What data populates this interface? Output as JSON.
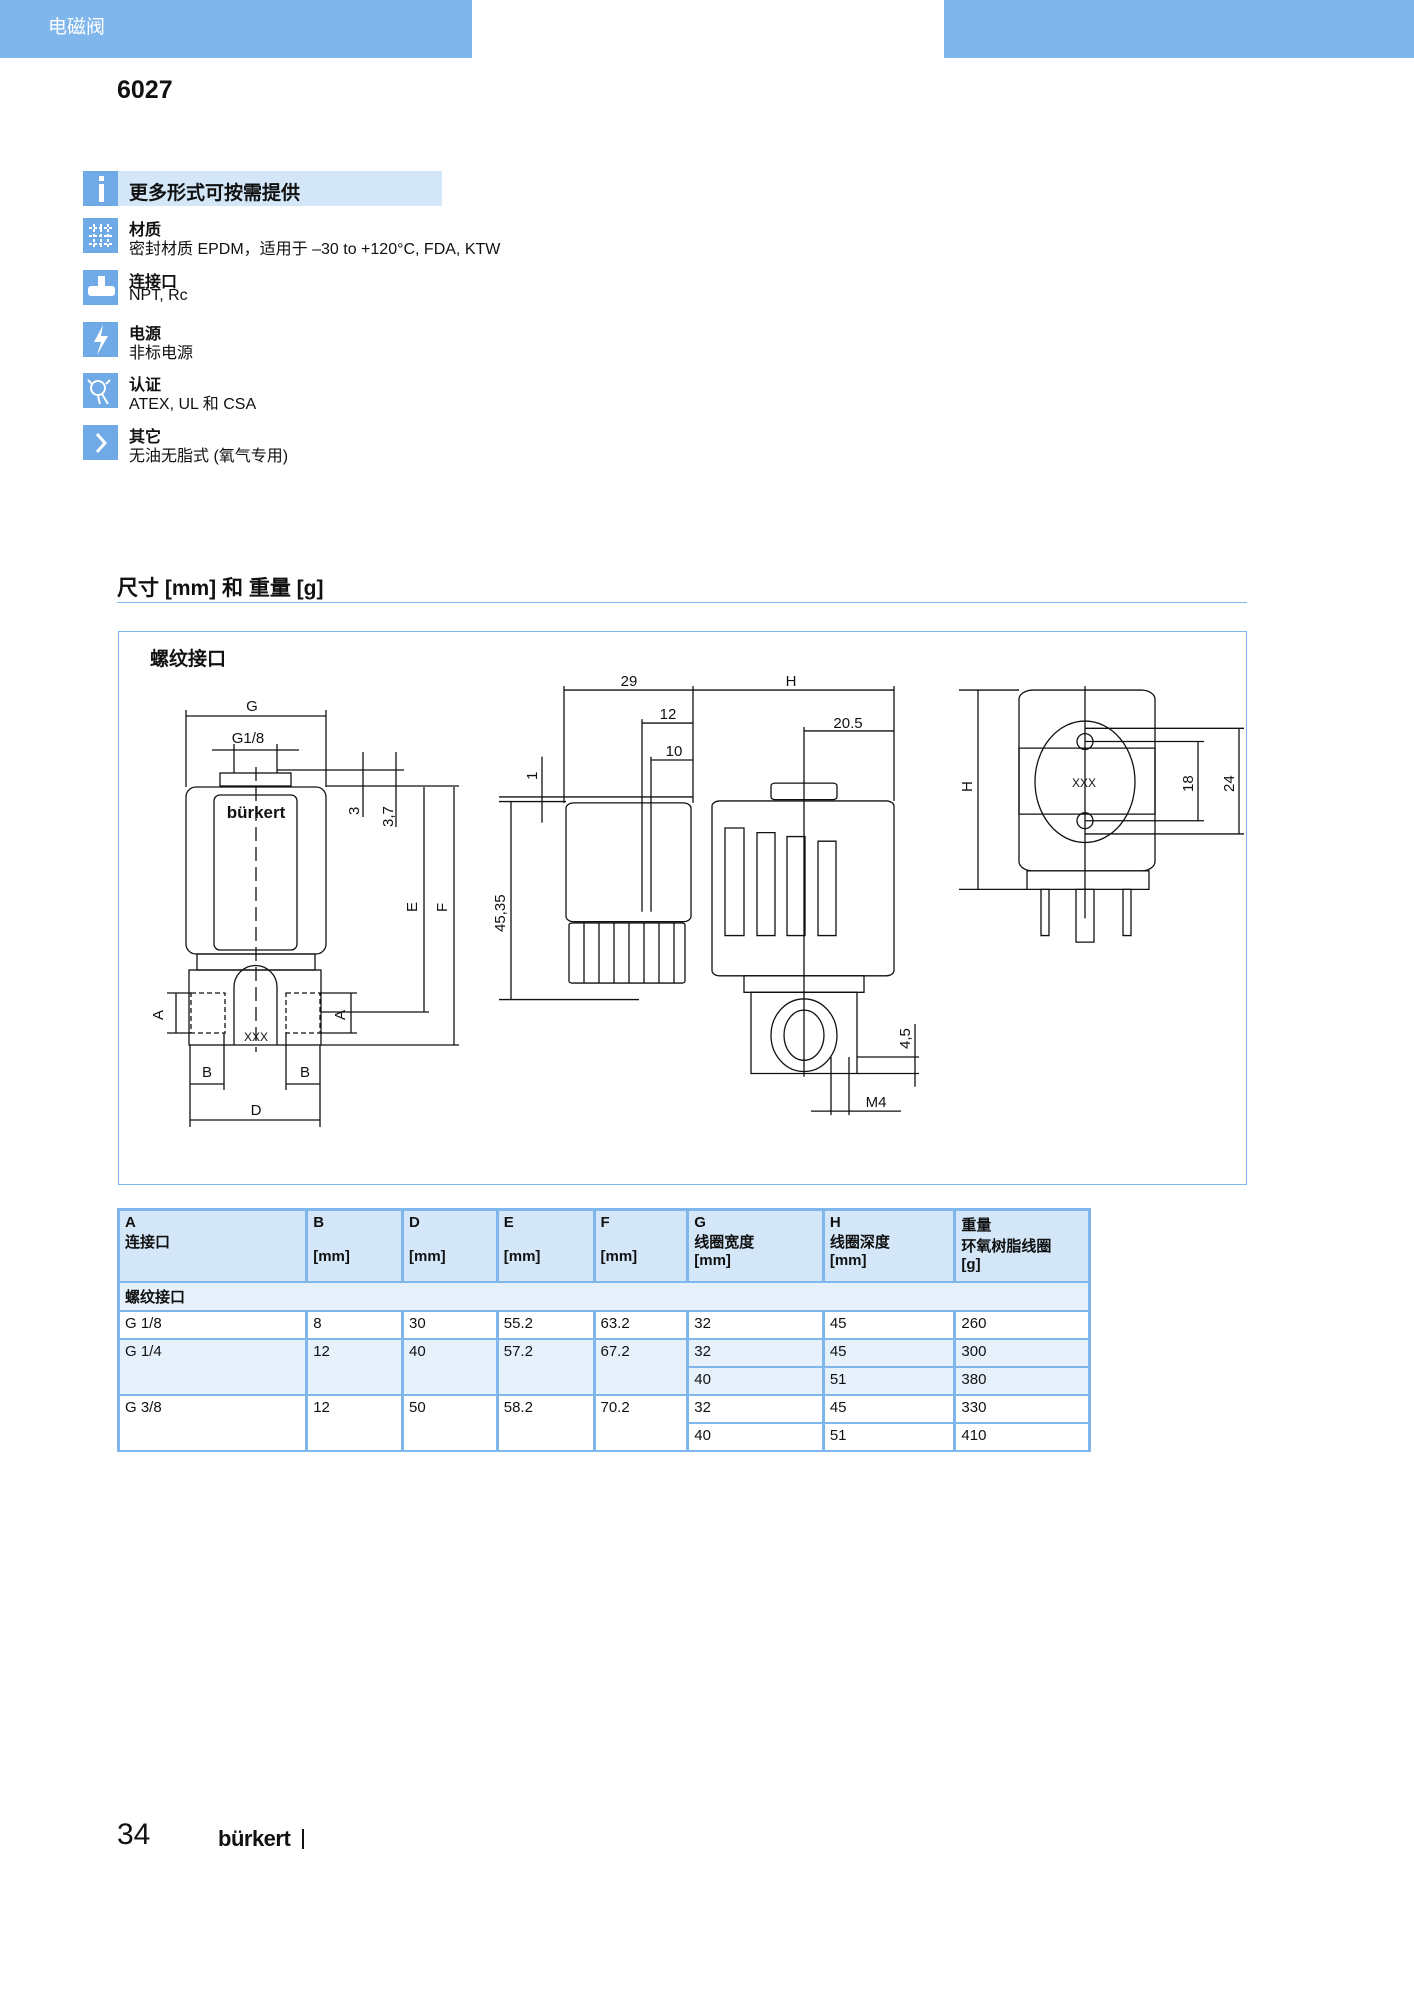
{
  "header": {
    "section": "电磁阀",
    "model": "6027"
  },
  "info": {
    "title": "更多形式可按需提供",
    "items": [
      {
        "icon": "material-icon",
        "heading": "材质",
        "value": "密封材质 EPDM，适用于 –30 to +120°C, FDA, KTW"
      },
      {
        "icon": "connection-icon",
        "heading": "连接口",
        "value": "NPT, Rc"
      },
      {
        "icon": "power-icon",
        "heading": "电源",
        "value": "非标电源"
      },
      {
        "icon": "certification-icon",
        "heading": "认证",
        "value": "ATEX, UL 和 CSA"
      },
      {
        "icon": "chevron-right-icon",
        "heading": "其它",
        "value": "无油无脂式 (氧气专用)"
      }
    ]
  },
  "section_title": "尺寸 [mm] 和 重量 [g]",
  "drawing": {
    "title": "螺纹接口",
    "labels": {
      "G": "G",
      "G18": "G1/8",
      "d3": "3",
      "d37": "3,7",
      "E": "E",
      "F": "F",
      "A": "A",
      "B": "B",
      "D": "D",
      "xxx": "XXX",
      "brand": "bürkert",
      "d29": "29",
      "H": "H",
      "d12": "12",
      "d10": "10",
      "d205": "20.5",
      "d1": "1",
      "d4535": "45,35",
      "d45": "4,5",
      "M4": "M4",
      "d18": "18",
      "d24": "24"
    }
  },
  "table": {
    "headers": [
      [
        "A",
        "连接口",
        ""
      ],
      [
        "B",
        "",
        "[mm]"
      ],
      [
        "D",
        "",
        "[mm]"
      ],
      [
        "E",
        "",
        "[mm]"
      ],
      [
        "F",
        "",
        "[mm]"
      ],
      [
        "G",
        "线圈宽度",
        "[mm]"
      ],
      [
        "H",
        "线圈深度",
        "[mm]"
      ],
      [
        "重量",
        "环氧树脂线圈",
        "[g]"
      ]
    ],
    "group": "螺纹接口",
    "rows": [
      {
        "A": "G 1/8",
        "B": "8",
        "D": "30",
        "E": "55.2",
        "F": "63.2",
        "sub": [
          {
            "G": "32",
            "H": "45",
            "W": "260"
          }
        ]
      },
      {
        "A": "G 1/4",
        "B": "12",
        "D": "40",
        "E": "57.2",
        "F": "67.2",
        "sub": [
          {
            "G": "32",
            "H": "45",
            "W": "300"
          },
          {
            "G": "40",
            "H": "51",
            "W": "380"
          }
        ]
      },
      {
        "A": "G 3/8",
        "B": "12",
        "D": "50",
        "E": "58.2",
        "F": "70.2",
        "sub": [
          {
            "G": "32",
            "H": "45",
            "W": "330"
          },
          {
            "G": "40",
            "H": "51",
            "W": "410"
          }
        ]
      }
    ]
  },
  "footer": {
    "page": "34",
    "brand": "bürkert"
  },
  "colors": {
    "accent": "#7fb6eb",
    "icon": "#6fa9e6",
    "light": "#d3e7f8"
  }
}
